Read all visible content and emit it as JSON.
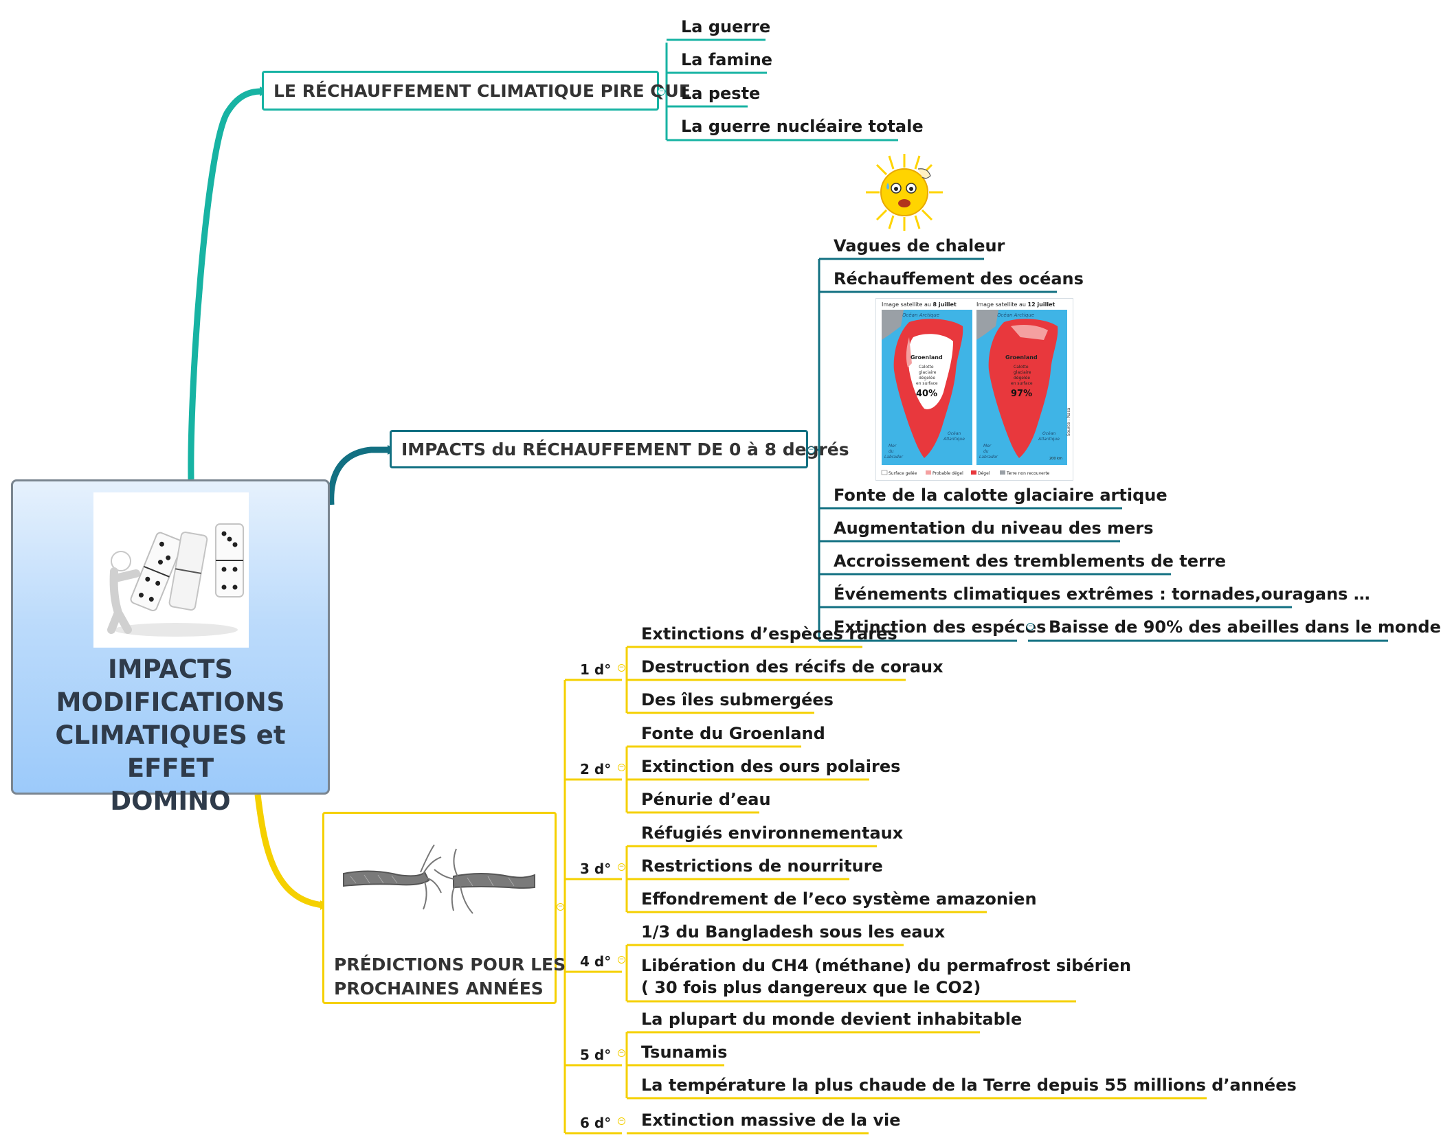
{
  "central": {
    "title_lines": [
      "IMPACTS",
      "MODIFICATIONS",
      "CLIMATIQUES et EFFET",
      "DOMINO"
    ]
  },
  "branch1": {
    "title": "LE RÉCHAUFFEMENT CLIMATIQUE PIRE QUE",
    "color": "#17b3a3",
    "items": [
      "La guerre",
      "La famine",
      "La peste",
      "La guerre nucléaire totale"
    ]
  },
  "branch2": {
    "title": "IMPACTS du RÉCHAUFFEMENT DE 0 à 8 degrés",
    "color": "#127082",
    "items": [
      "Vagues de chaleur",
      "Réchauffement des océans",
      "Fonte de la calotte glaciaire artique",
      "Augmentation du niveau des mers",
      "Accroissement des tremblements de terre",
      "Événements climatiques extrêmes : tornades,ouragans …",
      "Extinction des espéces"
    ],
    "sub_item": "Baisse de 90% des abeilles dans le monde",
    "map": {
      "left_caption_prefix": "Image satellite au ",
      "left_caption_date": "8 juillet",
      "right_caption_prefix": "Image satellite au ",
      "right_caption_date": "12 juillet",
      "ocean_arctic": "Océan Arctique",
      "land": "Groenland",
      "melt_label_lines": [
        "Calotte",
        "glaciaire",
        "dégelée",
        "en surface"
      ],
      "left_percent": "40%",
      "right_percent": "97%",
      "ocean_atlantic_lines": [
        "Océan",
        "Atlantique"
      ],
      "labrador_lines": [
        "Mer",
        "du",
        "Labrador"
      ],
      "scale": "200 km",
      "source": "Source : Nasa",
      "legend": [
        "Surface gelée",
        "Probable dégel",
        "Dégel",
        "Terre non recouverte"
      ],
      "colors": {
        "ocean": "#3fb4e6",
        "frozen": "#ffffff",
        "probable": "#f4a0a0",
        "melt": "#e8383d",
        "bare": "#9aa0a6"
      }
    }
  },
  "branch3": {
    "title_lines": [
      "PRÉDICTIONS POUR LES",
      "PROCHAINES ANNÉES"
    ],
    "color": "#f5d000",
    "groups": [
      {
        "label": "1 d°",
        "items": [
          "Extinctions d’espèces rares",
          "Destruction des récifs de coraux",
          "Des îles submergées"
        ]
      },
      {
        "label": "2 d°",
        "items": [
          "Fonte du Groenland",
          "Extinction des ours polaires",
          "Pénurie d’eau"
        ]
      },
      {
        "label": "3 d°",
        "items": [
          "Réfugiés environnementaux",
          "Restrictions de nourriture",
          "Effondrement de l’eco système amazonien"
        ]
      },
      {
        "label": "4 d°",
        "items": [
          "1/3 du Bangladesh sous les eaux",
          "Libération du CH4 (méthane)  du permafrost sibérien",
          "( 30 fois plus dangereux que le CO2)"
        ]
      },
      {
        "label": "5 d°",
        "items": [
          "La plupart du monde devient inhabitable",
          "Tsunamis",
          "La température la plus chaude de la Terre depuis 55 millions d’années"
        ]
      },
      {
        "label": "6 d°",
        "items": [
          "Extinction massive de la vie"
        ]
      }
    ]
  }
}
